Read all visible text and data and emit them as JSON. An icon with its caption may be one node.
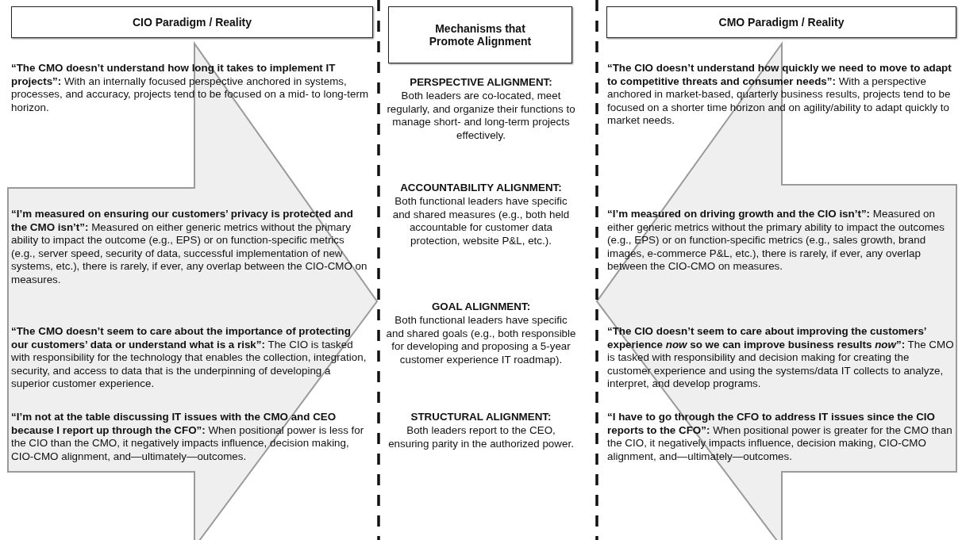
{
  "diagram": {
    "nodes": [
      {
        "text": [
          "CIO Paradigm / Reality"
        ]
      },
      {
        "text": [
          "Mechanisms that Promote Alignment"
        ]
      },
      {
        "text": [
          "CMO Paradigm / Reality"
        ]
      }
    ],
    "labels": [
      "**“The CMO doesn’t understand how long it takes to implement IT projects”:** With an internally focused perspective anchored in systems, processes, and accuracy, projects tend to be focused on a mid- to long-term horizon.",
      "**“I’m measured on ensuring our customers’ privacy is protected and the CMO isn’t”:** Measured on either generic metrics without the primary ability to impact the outcome (e.g., EPS) or on function-specific metrics (e.g., server speed, security of data, successful implementation of new systems, etc.), there is rarely, if ever, any overlap between the CIO-CMO on measures.",
      "**“The CMO doesn’t seem to care about the importance of protecting our customers’ data or understand what is a risk”:** The CIO is tasked with responsibility for the technology that enables the collection, integration, security, and access to data that is the underpinning of developing a superior customer experience.",
      "**“I’m not at the table discussing IT issues with the CMO and CEO because I report up through the CFO”:** When positional power is less for the CIO than the CMO, it negatively impacts influence, decision making, CIO-CMO alignment, and—ultimately—outcomes.",
      "PERSPECTIVE ALIGNMENT:",
      "Both leaders are co-located, meet regularly, and organize their functions to manage short- and long-term projects effectively.",
      "ACCOUNTABILITY ALIGNMENT:",
      "Both functional leaders have specific and shared measures (e.g., both held accountable for customer data protection, website P&L, etc.).",
      "GOAL ALIGNMENT:",
      "Both functional leaders have specific and shared goals (e.g., both responsible for developing and proposing a 5-year customer experience IT roadmap).",
      "STRUCTURAL ALIGNMENT:",
      "Both leaders report to the CEO, ensuring parity in the authorized power.",
      "**“The CIO doesn’t understand how quickly we need to move to adapt to competitive threats and consumer needs”:** With a perspective anchored in market-based, quarterly business results, projects tend to be focused on a shorter time horizon and on agility/ability to adapt quickly to market needs.",
      "**“I’m measured on driving growth and the CIO isn’t”:** Measured on either generic metrics without the primary ability to impact the outcomes (e.g., EPS) or on function-specific metrics (e.g., sales growth, brand images, e-commerce P&L, etc.), there is rarely, if ever, any overlap between the CIO-CMO on measures.",
      "**“The CIO doesn’t seem to care about improving the customers’ experience *now* so we can improve business results *now*”:** The CMO is tasked with responsibility and decision making for creating the customer experience and using the systems/data IT collects to analyze, interpret, and develop programs.",
      "**“I have to go through the CFO to address IT issues since the CIO reports to the CFO”:** When positional power is greater for the CMO than the CIO, it negatively impacts influence, decision making, CIO-CMO alignment, and—ultimately—outcomes."
    ]
  }
}
